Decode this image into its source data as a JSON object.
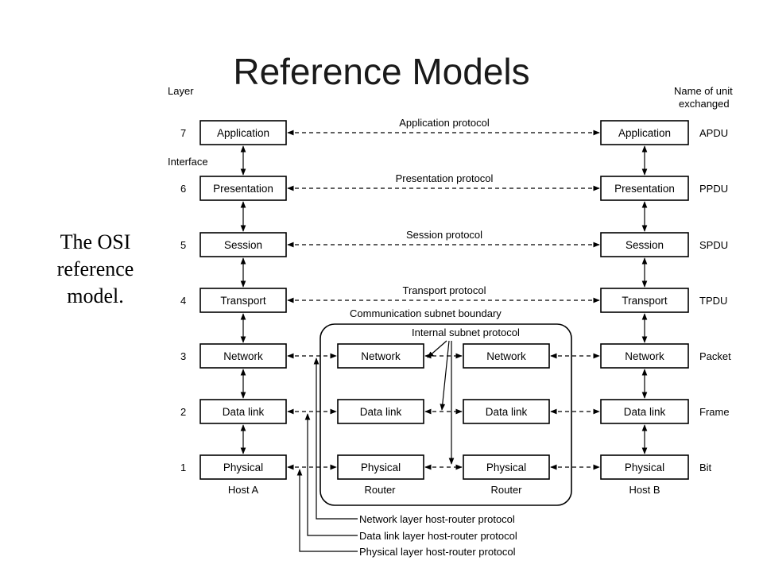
{
  "title": "Reference Models",
  "caption": [
    "The OSI",
    "reference",
    "model."
  ],
  "headers": {
    "layer": "Layer",
    "unit_line1": "Name of unit",
    "unit_line2": "exchanged",
    "interface": "Interface"
  },
  "layers": [
    {
      "num": "7",
      "name": "Application",
      "protocol": "Application protocol",
      "unit": "APDU"
    },
    {
      "num": "6",
      "name": "Presentation",
      "protocol": "Presentation protocol",
      "unit": "PPDU"
    },
    {
      "num": "5",
      "name": "Session",
      "protocol": "Session protocol",
      "unit": "SPDU"
    },
    {
      "num": "4",
      "name": "Transport",
      "protocol": "Transport protocol",
      "unit": "TPDU"
    },
    {
      "num": "3",
      "name": "Network",
      "unit": "Packet"
    },
    {
      "num": "2",
      "name": "Data link",
      "unit": "Frame"
    },
    {
      "num": "1",
      "name": "Physical",
      "unit": "Bit"
    }
  ],
  "subnet": {
    "boundary_label": "Communication subnet boundary",
    "internal_protocol": "Internal subnet protocol",
    "router_label": "Router"
  },
  "hosts": {
    "a": "Host A",
    "b": "Host B"
  },
  "host_router_protocols": [
    "Network layer host-router protocol",
    "Data link layer host-router protocol",
    "Physical layer host-router protocol"
  ]
}
